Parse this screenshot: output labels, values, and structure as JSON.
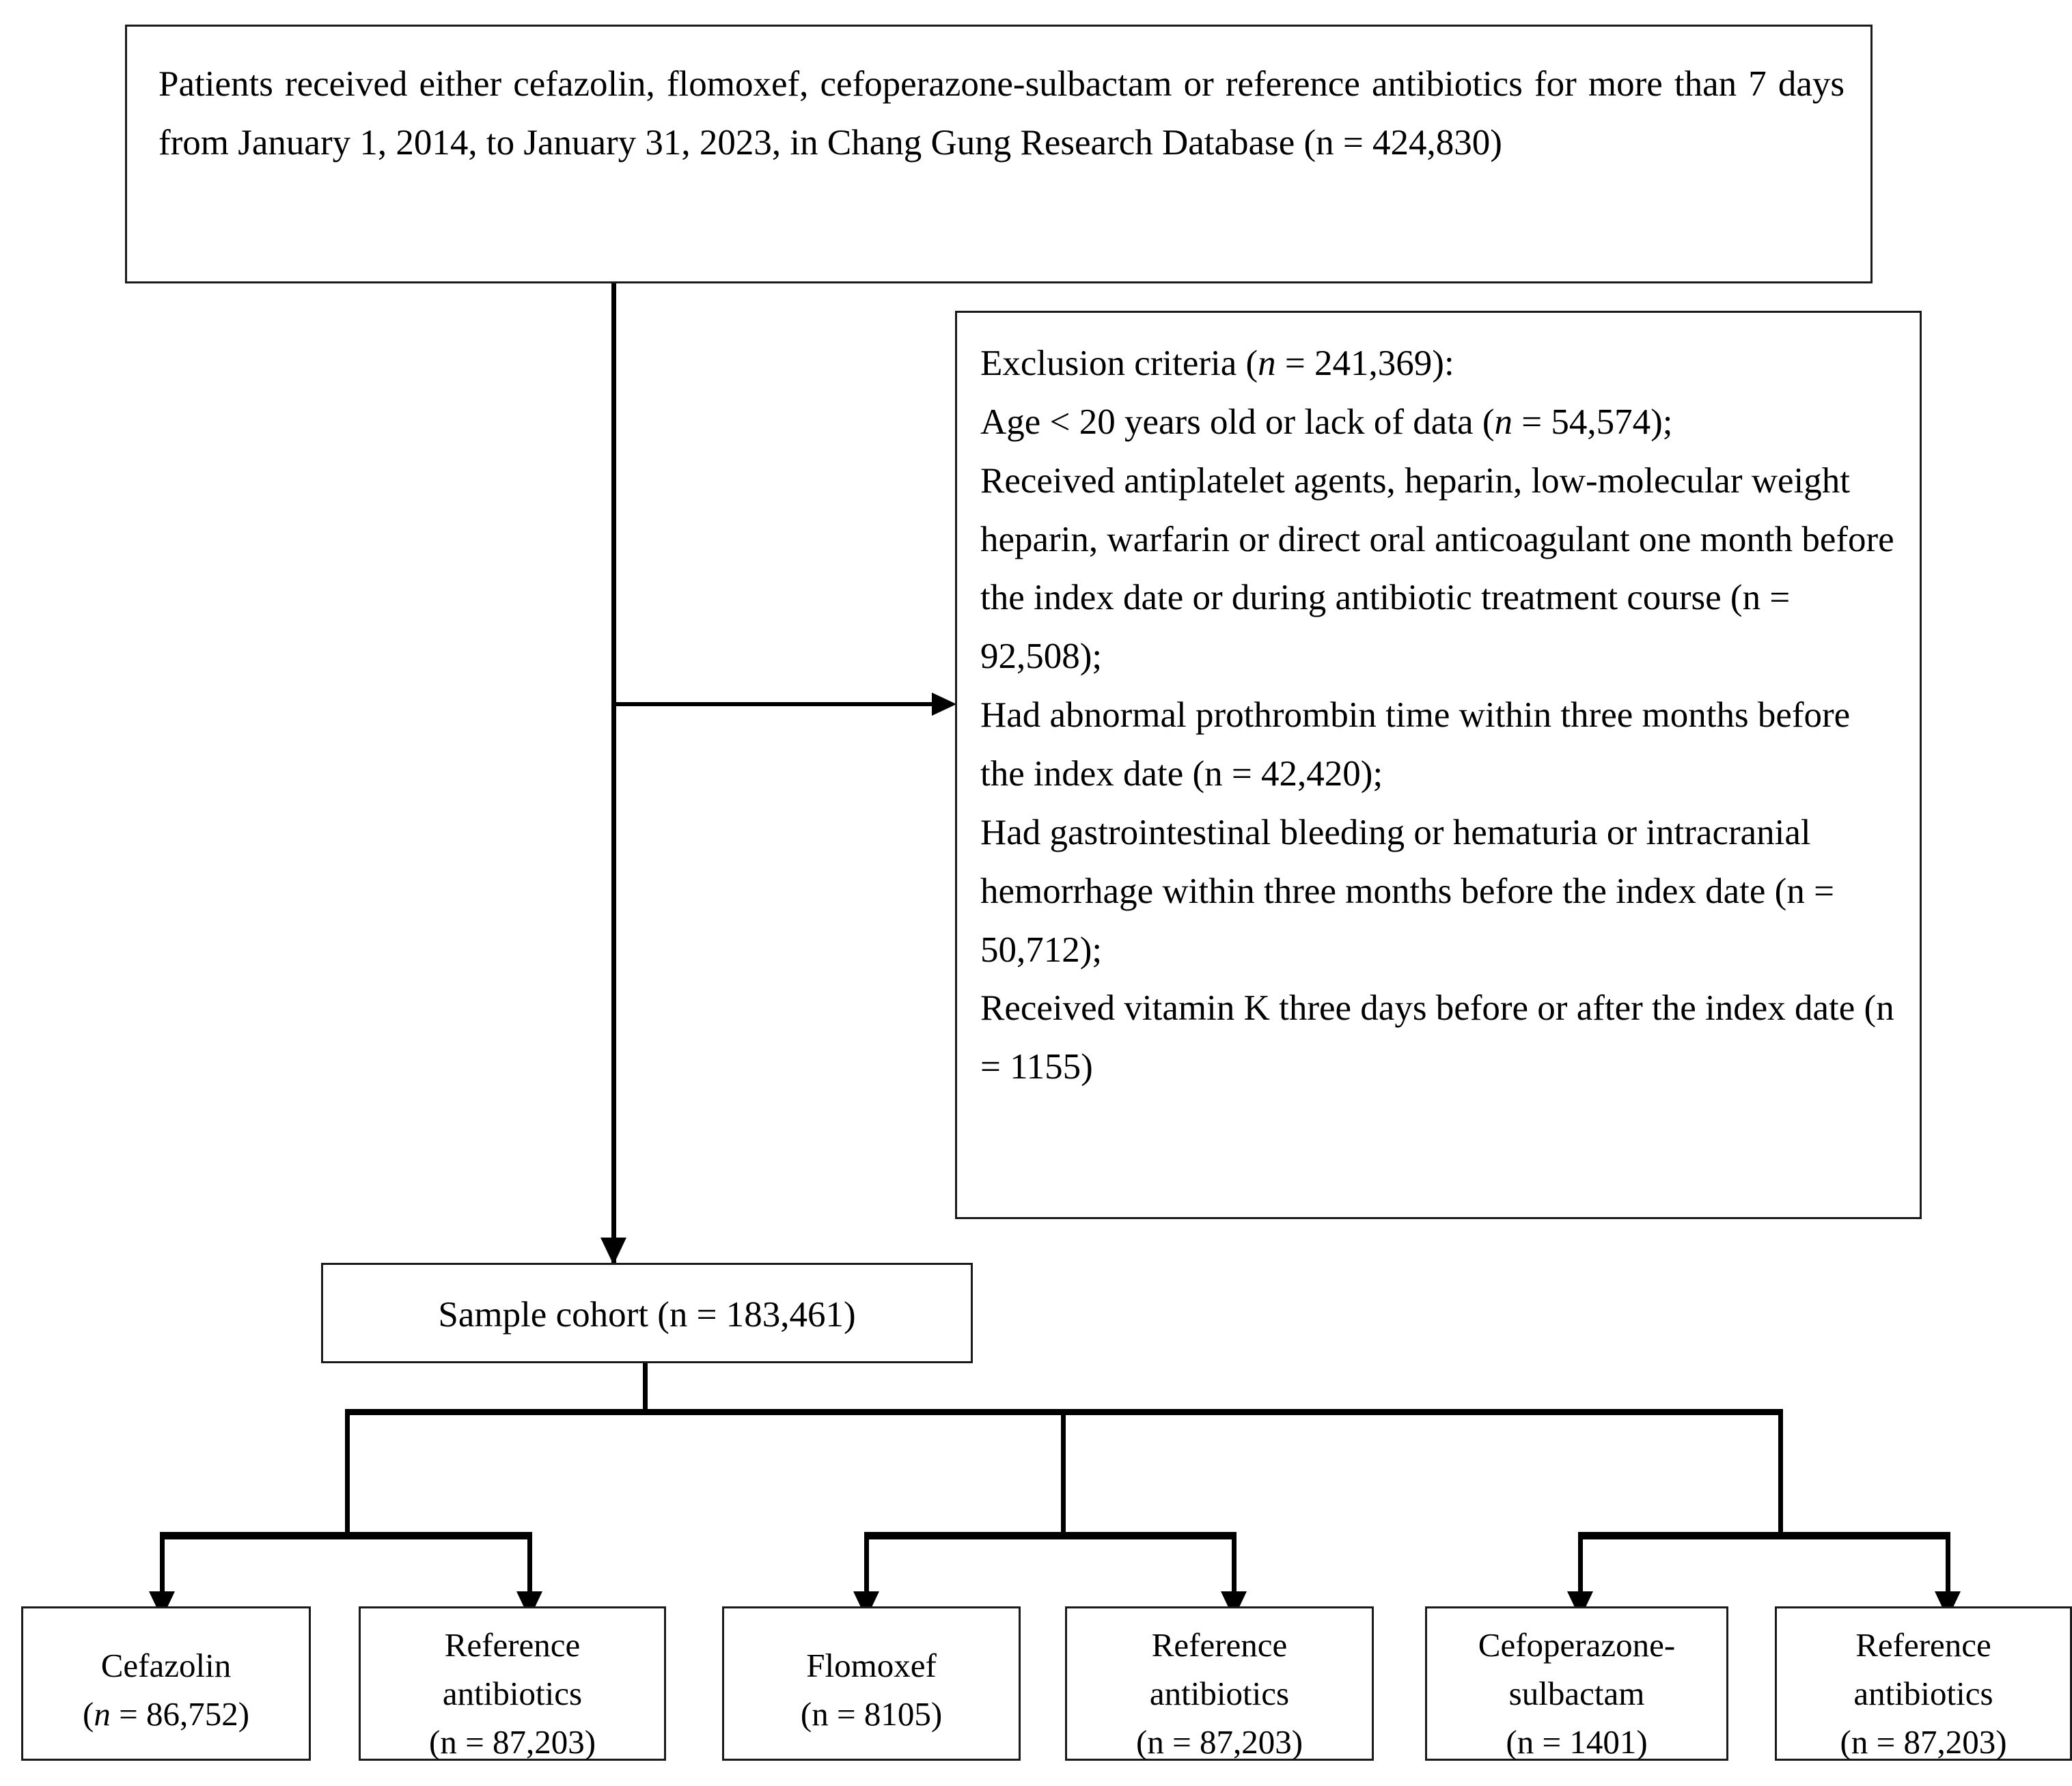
{
  "diagram": {
    "title": "Study cohort selection flow diagram",
    "top_box": {
      "name": "source-population",
      "lines": [
        "Patients received either cefazolin, flomoxef, cefoperazone-sulbactam or reference antibiotics for more than 7 days from January 1, 2014, to January 31, 2023, in Chang Gung Research Database (n = 424,830)"
      ],
      "segments": [
        {
          "text": "Patients received either cefazolin, flomoxef, cefoperazone-sulbactam or reference antibiotics for more than 7 days from January 1, 2014, to January 31, 2023, in Chang Gung Research Database (n = 424,830)",
          "italic": false
        }
      ],
      "n_label": "n = 424,830",
      "n_value": 424830
    },
    "exclusion_box": {
      "name": "exclusion-criteria",
      "heading_prefix": "Exclusion criteria (",
      "heading_n_italic": "n",
      "heading_suffix": " = 241,369):",
      "heading_n_value": 241369,
      "criteria": [
        {
          "prefix": "Age < 20 years old or lack of data (",
          "n_glyph": "n",
          "n_italic": true,
          "suffix": " = 54,574);",
          "n_value": 54574
        },
        {
          "prefix": "Received antiplatelet agents, heparin, low-molecular weight heparin, warfarin or direct oral anticoagulant one month before the index date or during antibiotic treatment course (",
          "n_glyph": "n",
          "n_italic": false,
          "suffix": " = 92,508);",
          "n_value": 92508
        },
        {
          "prefix": "Had abnormal prothrombin time within three months before the index date (",
          "n_glyph": "n",
          "n_italic": false,
          "suffix": " = 42,420);",
          "n_value": 42420
        },
        {
          "prefix": "Had gastrointestinal bleeding or hematuria or intracranial hemorrhage within three months before the index date (",
          "n_glyph": "n",
          "n_italic": false,
          "suffix": " = 50,712);",
          "n_value": 50712
        },
        {
          "prefix": "Received vitamin K three days before or after the index date (",
          "n_glyph": "n",
          "n_italic": false,
          "suffix": " = 1155)",
          "n_value": 1155
        }
      ]
    },
    "cohort_box": {
      "name": "sample-cohort",
      "label": "Sample cohort (n = 183,461)",
      "n_value": 183461
    },
    "group_boxes": [
      {
        "name": "cefazolin",
        "title_lines": [
          "Cefazolin"
        ],
        "n_prefix": "(",
        "n_glyph": "n",
        "n_italic": true,
        "n_suffix": " = 86,752)",
        "n_value": 86752
      },
      {
        "name": "reference-antibiotics-cefazolin",
        "title_lines": [
          "Reference",
          "antibiotics"
        ],
        "n_prefix": "(",
        "n_glyph": "n",
        "n_italic": false,
        "n_suffix": " = 87,203)",
        "n_value": 87203
      },
      {
        "name": "flomoxef",
        "title_lines": [
          "Flomoxef"
        ],
        "n_prefix": "(",
        "n_glyph": "n",
        "n_italic": false,
        "n_suffix": " = 8105)",
        "n_value": 8105
      },
      {
        "name": "reference-antibiotics-flomoxef",
        "title_lines": [
          "Reference",
          "antibiotics"
        ],
        "n_prefix": "(",
        "n_glyph": "n",
        "n_italic": false,
        "n_suffix": " = 87,203)",
        "n_value": 87203
      },
      {
        "name": "cefoperazone-sulbactam",
        "title_lines": [
          "Cefoperazone-",
          "sulbactam"
        ],
        "n_prefix": "(",
        "n_glyph": "n",
        "n_italic": false,
        "n_suffix": " = 1401)",
        "n_value": 1401
      },
      {
        "name": "reference-antibiotics-cefoperazone",
        "title_lines": [
          "Reference",
          "antibiotics"
        ],
        "n_prefix": "(",
        "n_glyph": "n",
        "n_italic": false,
        "n_suffix": " = 87,203)",
        "n_value": 87203
      }
    ],
    "colors": {
      "stroke": "#1a1a1a",
      "background": "#ffffff",
      "text": "#000000"
    }
  }
}
